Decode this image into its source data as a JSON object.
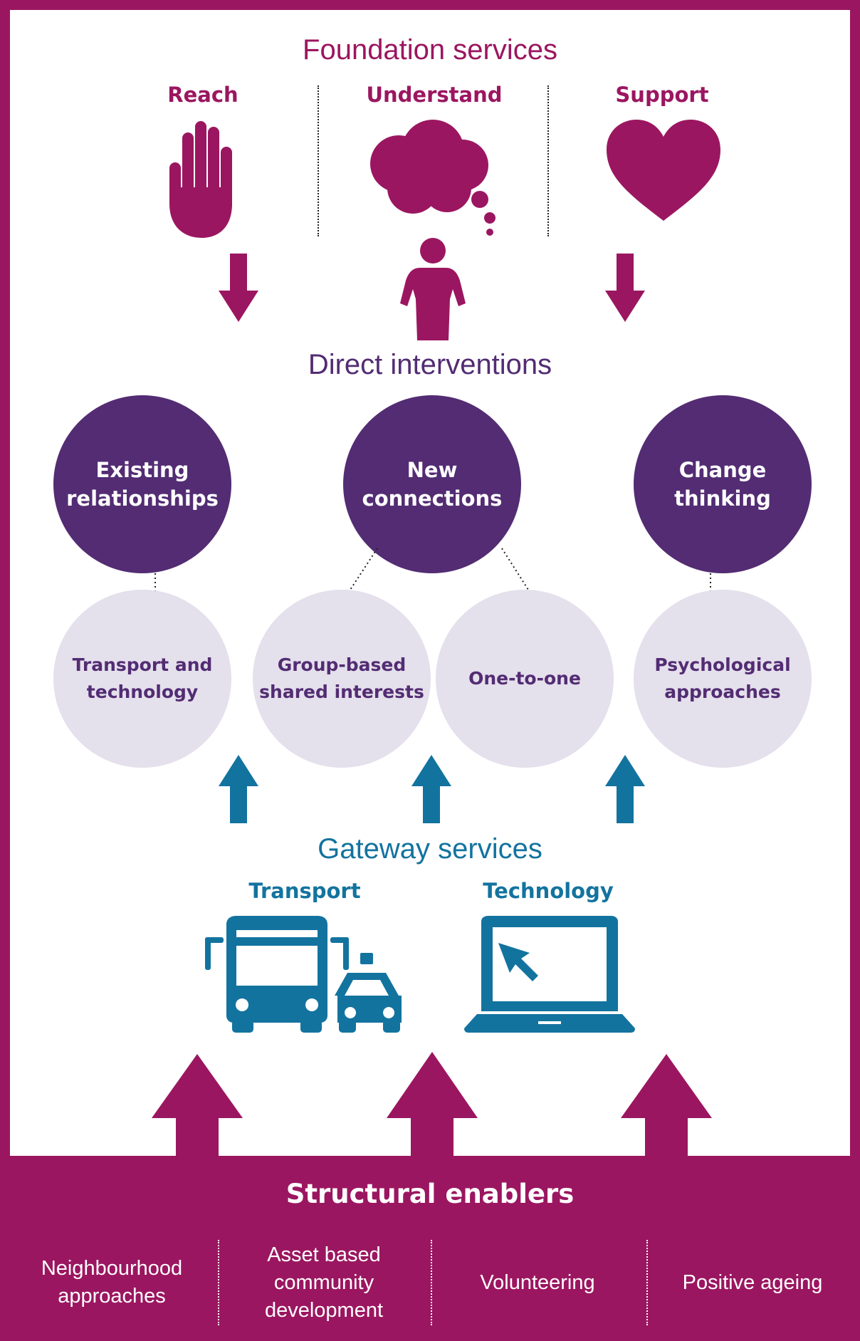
{
  "colors": {
    "brand_magenta": "#9b1660",
    "purple": "#532c73",
    "light_purple": "#e4e0ec",
    "teal": "#13739f"
  },
  "foundation": {
    "title": "Foundation services",
    "items": [
      {
        "label": "Reach",
        "icon": "hand-icon"
      },
      {
        "label": "Understand",
        "icon": "thought-cloud-person-icon"
      },
      {
        "label": "Support",
        "icon": "heart-icon"
      }
    ]
  },
  "direct": {
    "title": "Direct interventions",
    "main": [
      "Existing\nrelationships",
      "New\nconnections",
      "Change\nthinking"
    ],
    "sub": [
      "Transport and\ntechnology",
      "Group-based\nshared interests",
      "One-to-one",
      "Psychological\napproaches"
    ]
  },
  "gateway": {
    "title": "Gateway services",
    "items": [
      {
        "label": "Transport",
        "icon": "bus-taxi-icon"
      },
      {
        "label": "Technology",
        "icon": "laptop-icon"
      }
    ]
  },
  "structural": {
    "title": "Structural enablers",
    "items": [
      "Neighbourhood\napproaches",
      "Asset based\ncommunity\ndevelopment",
      "Volunteering",
      "Positive ageing"
    ]
  }
}
